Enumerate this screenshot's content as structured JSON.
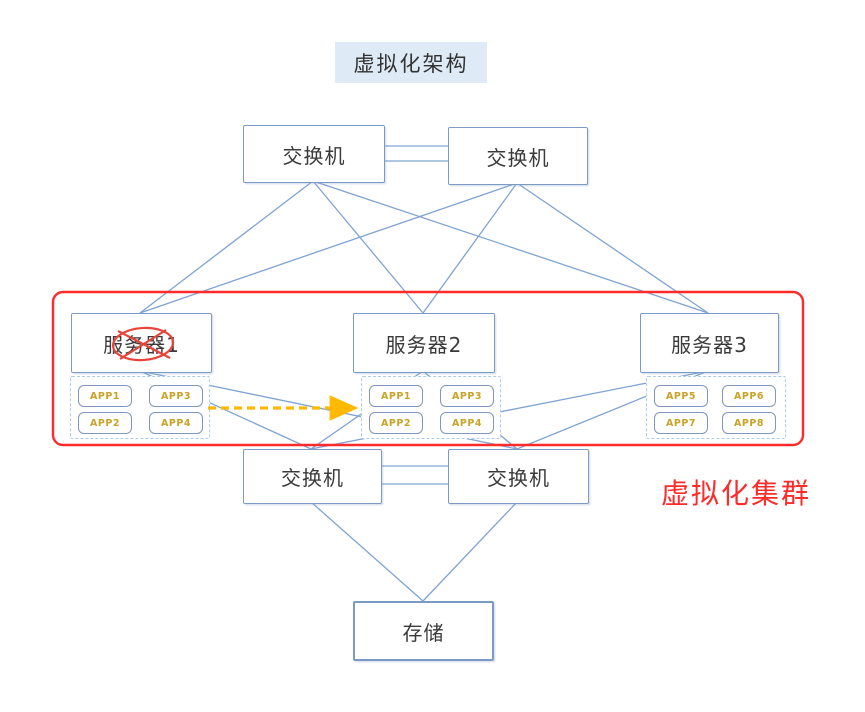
{
  "title": "虚拟化架构",
  "cluster_label": "虚拟化集群",
  "switches": {
    "top_left": "交换机",
    "top_right": "交换机",
    "bottom_left": "交换机",
    "bottom_right": "交换机"
  },
  "storage_label": "存储",
  "servers": [
    {
      "label": "服务器1",
      "apps": [
        "APP1",
        "APP3",
        "APP2",
        "APP4"
      ]
    },
    {
      "label": "服务器2",
      "apps": [
        "APP1",
        "APP3",
        "APP2",
        "APP4"
      ]
    },
    {
      "label": "服务器3",
      "apps": [
        "APP5",
        "APP6",
        "APP7",
        "APP8"
      ]
    }
  ],
  "colors": {
    "box_border": "#7c9ac6",
    "connector_line": "#7fa3d4",
    "app_text": "#c9a227",
    "annotation_red": "#ff2b2b",
    "migration_arrow_orange": "#ffb900",
    "title_background": "#deebf6"
  }
}
